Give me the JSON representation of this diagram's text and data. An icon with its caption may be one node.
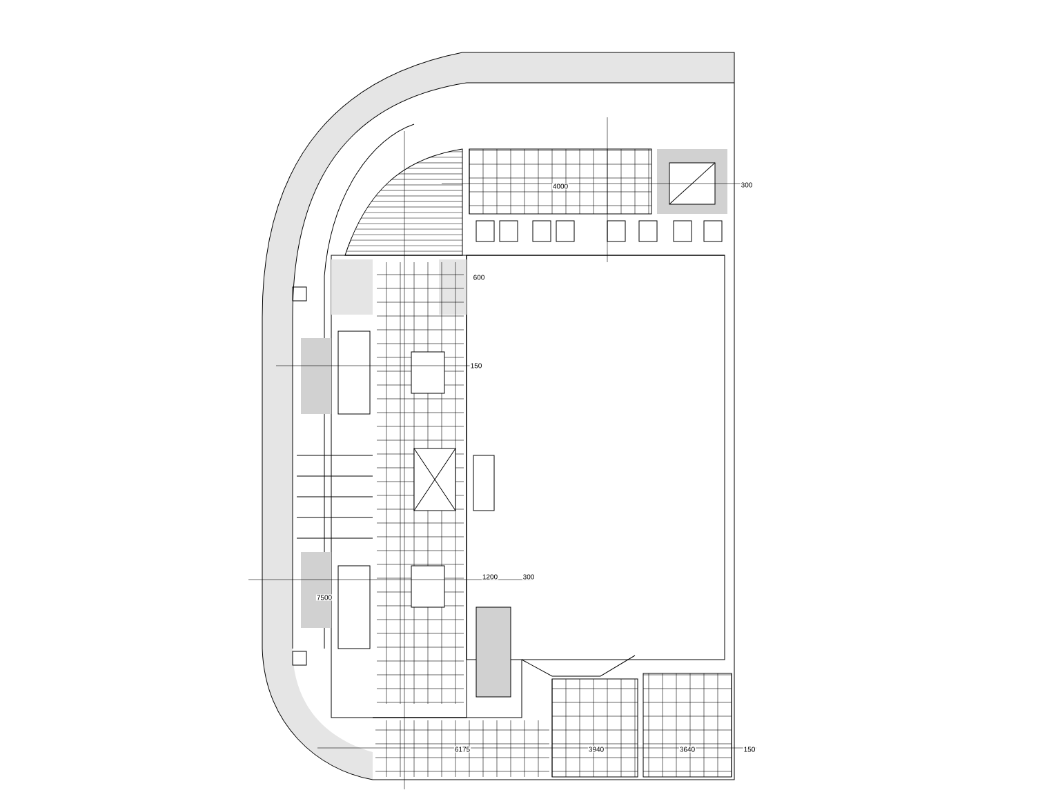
{
  "diagram": {
    "labels": [
      "4000",
      "300",
      "600",
      "150",
      "7500",
      "1200",
      "300",
      "6175",
      "3940",
      "3640",
      "150"
    ]
  }
}
